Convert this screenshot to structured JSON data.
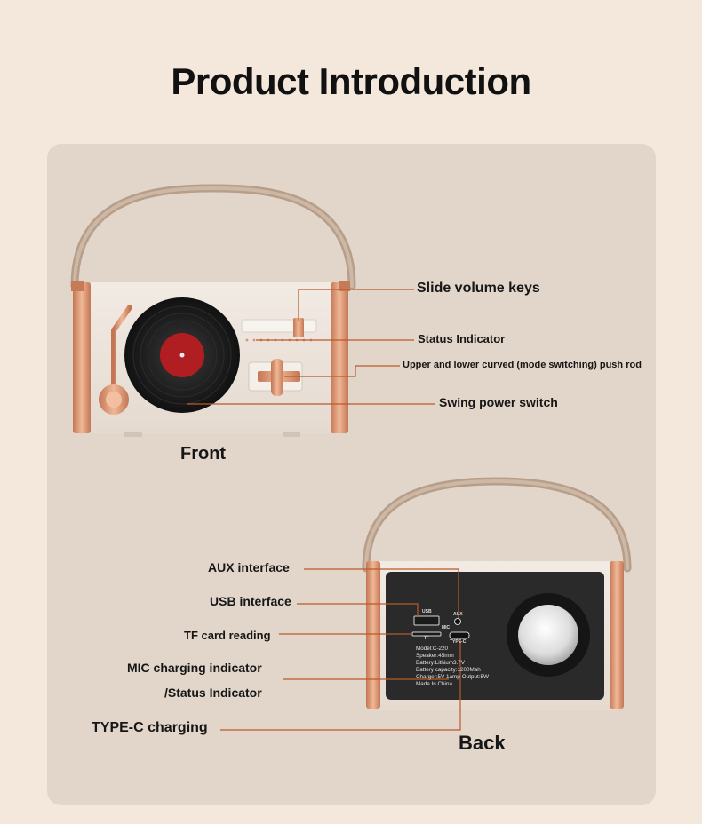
{
  "title": "Product Introduction",
  "front": {
    "caption": "Front",
    "callouts": {
      "slide_volume": "Slide volume keys",
      "status_indicator": "Status Indicator",
      "push_rod": "Upper and lower curved (mode switching) push rod",
      "power_switch": "Swing power switch"
    }
  },
  "back": {
    "caption": "Back",
    "callouts": {
      "aux": "AUX interface",
      "usb": "USB interface",
      "tf": "TF card reading",
      "mic": "MIC charging indicator",
      "mic_status": "/Status Indicator",
      "typec": "TYPE-C charging"
    },
    "panel_labels": {
      "usb": "USB",
      "aux": "AUX",
      "tf": "TF",
      "mic": "MIC",
      "typec": "TYPE-C"
    },
    "specs": [
      "Model:C-220",
      "Speaker:45mm",
      "Battery:Lithium3.7V",
      "Battery capacity:1200Mah",
      "Charger:5V 1amp-Output:5W",
      "Made In China"
    ]
  },
  "colors": {
    "page_bg": "#f4e8dc",
    "card_bg": "#e2d6ca",
    "leader_line": "#b85a2a",
    "rose_gold": "#d88e6c",
    "body_cream": "#ece4dc",
    "record_red": "#b01e22"
  }
}
